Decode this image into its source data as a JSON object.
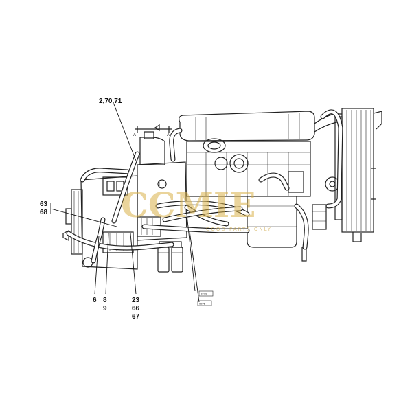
{
  "callouts": {
    "c1": "2,70,71",
    "c2": "63",
    "c3": "68",
    "c4": "6",
    "c5": "8",
    "c6": "9",
    "c7": "23",
    "c8": "66",
    "c9": "67"
  },
  "tags": {
    "t1": "0233",
    "t2": "0276"
  },
  "section_marks": {
    "left": "A",
    "right": "A"
  },
  "watermark": {
    "main": "CCMIE",
    "sub": "GOOD PARTS ONLY"
  }
}
